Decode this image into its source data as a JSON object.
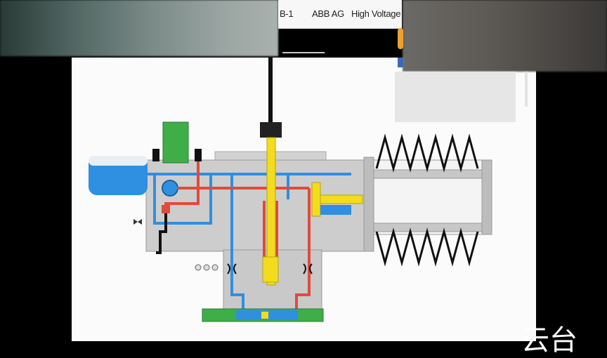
{
  "header": {
    "crumb": "B-1",
    "company": "ABB AG",
    "title": "High Voltage"
  },
  "footer": {
    "watermark": "",
    "overlay_glyph": "云台"
  },
  "colors": {
    "oil_blue": "#2f8fe0",
    "pressure_red": "#e24a3a",
    "rod_yellow": "#f2dc1d",
    "valve_green": "#3fae49",
    "housing_gray": "#c9c9c9",
    "spring_black": "#111111"
  }
}
